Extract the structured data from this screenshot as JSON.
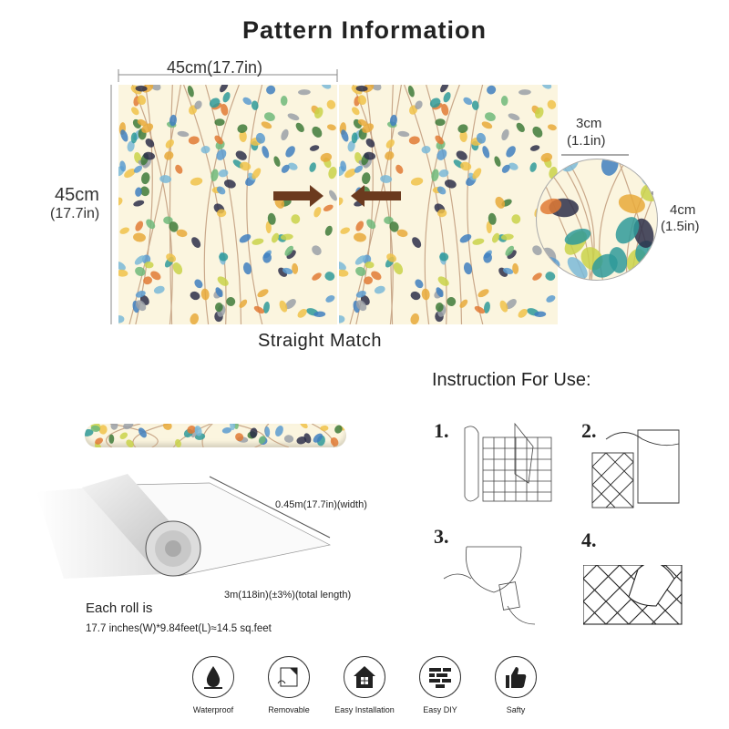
{
  "title": "Pattern Information",
  "pattern": {
    "width_label": "45cm(17.7in)",
    "height_label_cm": "45cm",
    "height_label_in": "(17.7in)",
    "match_label": "Straight Match",
    "detail_width_cm": "3cm",
    "detail_width_in": "(1.1in)",
    "detail_height_cm": "4cm",
    "detail_height_in": "(1.5in)",
    "leaf_colors": [
      "#e8a93a",
      "#f0c24a",
      "#3f7fbf",
      "#5a9bd0",
      "#2f9a9a",
      "#6fb87a",
      "#3e7a3a",
      "#e07a35",
      "#2d2f4a",
      "#9aa0a8",
      "#c9d24a",
      "#7ab8d8"
    ],
    "arrow_color": "#6b3a1e"
  },
  "roll": {
    "width_label": "0.45m(17.7in)(width)",
    "length_label": "3m(118in)(±3%)(total length)",
    "each_roll": "Each roll is",
    "size_text": "17.7 inches(W)*9.84feet(L)≈14.5 sq.feet"
  },
  "instructions": {
    "heading": "Instruction For Use:",
    "steps": [
      "1.",
      "2.",
      "3.",
      "4."
    ]
  },
  "features": [
    {
      "label": "Waterproof"
    },
    {
      "label": "Removable"
    },
    {
      "label": "Easy Installation"
    },
    {
      "label": "Easy DIY"
    },
    {
      "label": "Safty"
    }
  ]
}
